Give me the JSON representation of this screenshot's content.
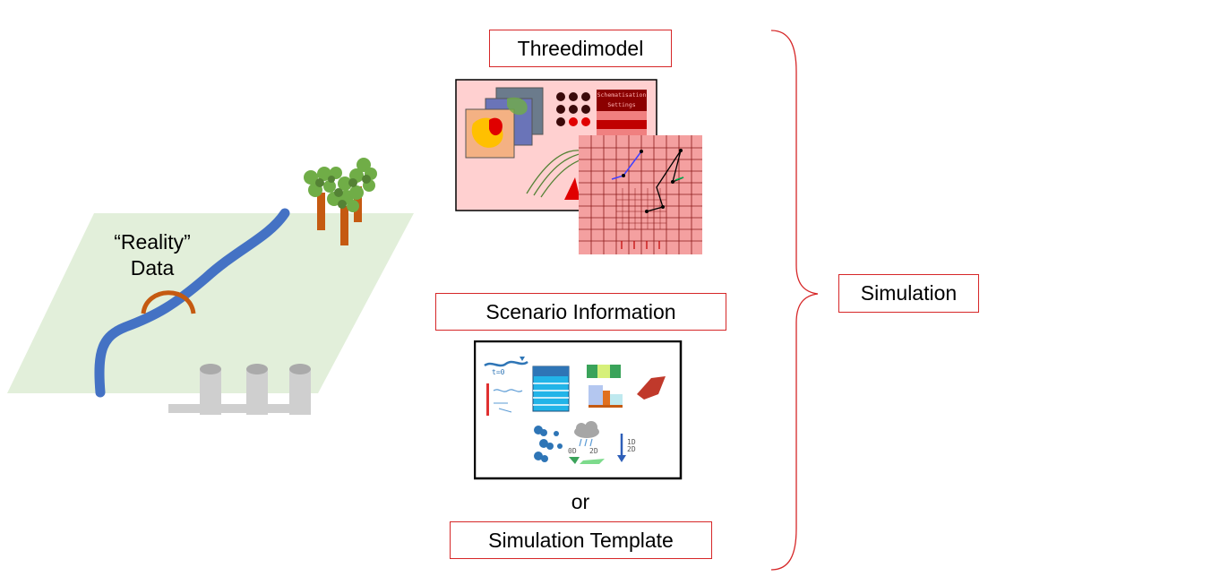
{
  "reality": {
    "label_line1": "“Reality”",
    "label_line2": "Data"
  },
  "threedimodel": {
    "label": "Threedimodel",
    "panel_lines": [
      "Schematisation",
      "Settings"
    ]
  },
  "scenario": {
    "label": "Scenario Information",
    "icon_texts": {
      "t0": "t=0",
      "zero_d": "0D",
      "two_d": "2D",
      "one_d": "1D",
      "two_d_b": "2D"
    }
  },
  "connector": {
    "or_label": "or"
  },
  "template": {
    "label": "Simulation Template"
  },
  "simulation": {
    "label": "Simulation"
  },
  "colors": {
    "box_border": "#d62728",
    "river": "#4472c4",
    "land": "#e2efda",
    "bridge": "#c55a11"
  },
  "icons": [
    "tree-icon",
    "river-icon",
    "bridge-icon",
    "pipe-icon",
    "raster-map-icon",
    "computational-grid-icon",
    "rain-cloud-icon",
    "arrow-down-icon"
  ]
}
